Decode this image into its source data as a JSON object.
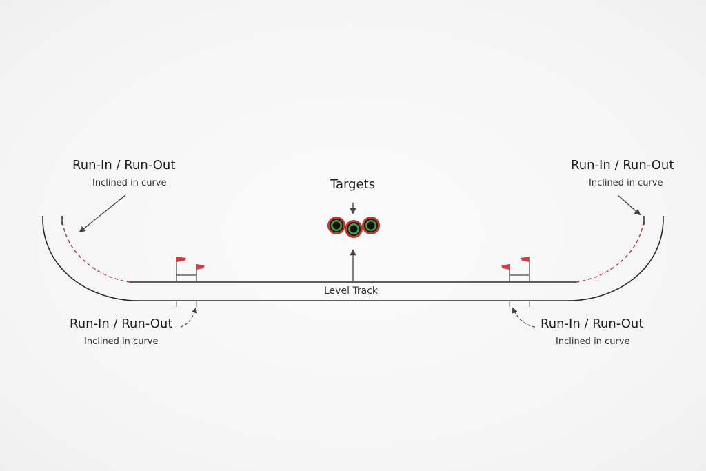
{
  "diagram": {
    "targets_label": "Targets",
    "track_label": "Level Track",
    "corner_labels": {
      "top_left": {
        "title": "Run-In / Run-Out",
        "subtitle": "Inclined in curve"
      },
      "top_right": {
        "title": "Run-In / Run-Out",
        "subtitle": "Inclined in curve"
      },
      "bottom_left": {
        "title": "Run-In / Run-Out",
        "subtitle": "Inclined in curve"
      },
      "bottom_right": {
        "title": "Run-In / Run-Out",
        "subtitle": "Inclined in curve"
      }
    },
    "target_count": 3,
    "colors": {
      "line": "#2a2a2a",
      "dashed_curve": "#b03040",
      "flag": "#d93a3a",
      "target_ring_outer": "#c0392b",
      "target_ring_inner": "#3aa84a",
      "target_center": "#111111"
    }
  }
}
